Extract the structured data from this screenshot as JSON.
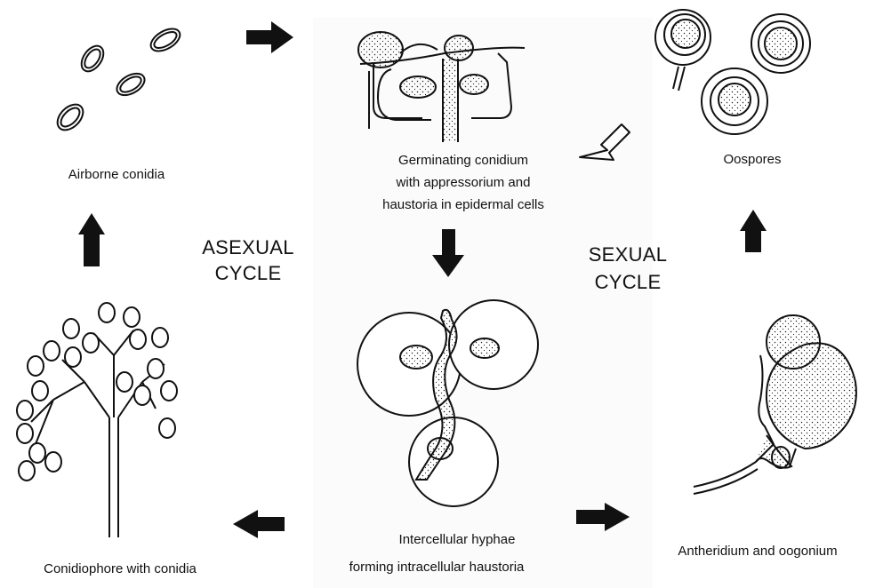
{
  "labels": {
    "airborne_conidia": "Airborne conidia",
    "germinating_line1": "Germinating conidium",
    "germinating_line2": "with appressorium and",
    "germinating_line3": "haustoria in epidermal cells",
    "oospores": "Oospores",
    "asexual_line1": "ASEXUAL",
    "asexual_line2": "CYCLE",
    "sexual_line1": "SEXUAL",
    "sexual_line2": "CYCLE",
    "conidiophore": "Conidiophore with conidia",
    "intercellular_line1": "Intercellular hyphae",
    "intercellular_line2": "forming intracellular haustoria",
    "antheridium": "Antheridium and oogonium"
  }
}
